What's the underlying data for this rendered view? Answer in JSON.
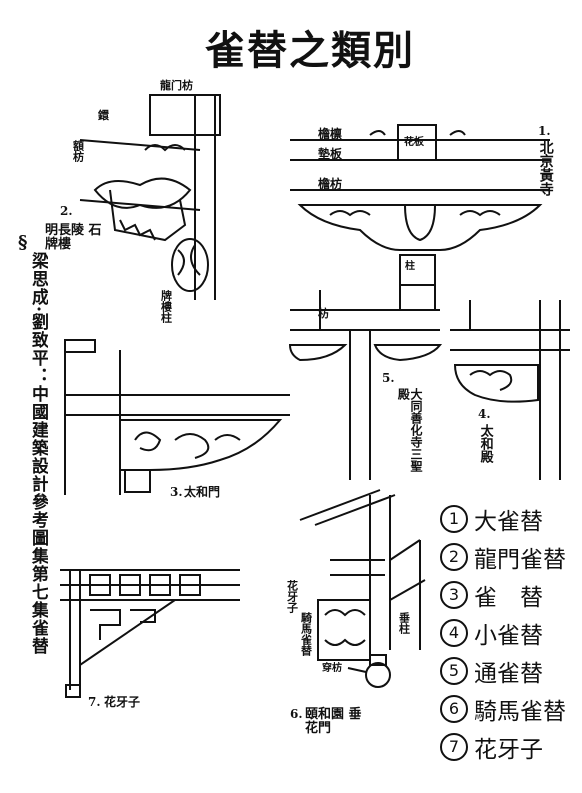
{
  "title": "雀替之類別",
  "side_citation": {
    "mark": "§",
    "text": "梁思成·劉致平：中國建築設計參考圖集第七集雀替"
  },
  "panels": {
    "p1": {
      "number": "1.",
      "place": "北京黃寺",
      "labels": {
        "ar": "檐檩",
        "diankan": "墊板",
        "fang": "檐枋",
        "huaban": "花板",
        "zhu": "柱"
      }
    },
    "p2": {
      "number": "2.",
      "place": "明長陵 石牌樓",
      "labels": {
        "longmenfang": "龍门枋",
        "huan": "鐶",
        "fang": "額枋",
        "zhu": "牌樓柱"
      }
    },
    "p3": {
      "number": "3.",
      "place": "太和門"
    },
    "p4": {
      "number": "4.",
      "place": "太和殿"
    },
    "p5": {
      "number": "5.",
      "place": "大同善化寺三聖殿",
      "labels": {
        "fang": "枋"
      }
    },
    "p6": {
      "number": "6.",
      "place": "頤和園 垂花門",
      "labels": {
        "huayazi": "花牙子",
        "qiqueti": "騎馬雀替",
        "chuizhu": "垂柱",
        "fang": "穿枋"
      }
    },
    "p7": {
      "number": "7.",
      "place": "花牙子"
    }
  },
  "legend": [
    {
      "num": "1",
      "label": "大雀替"
    },
    {
      "num": "2",
      "label": "龍門雀替"
    },
    {
      "num": "3",
      "label": "雀　替"
    },
    {
      "num": "4",
      "label": "小雀替"
    },
    {
      "num": "5",
      "label": "通雀替"
    },
    {
      "num": "6",
      "label": "騎馬雀替"
    },
    {
      "num": "7",
      "label": "花牙子"
    }
  ]
}
